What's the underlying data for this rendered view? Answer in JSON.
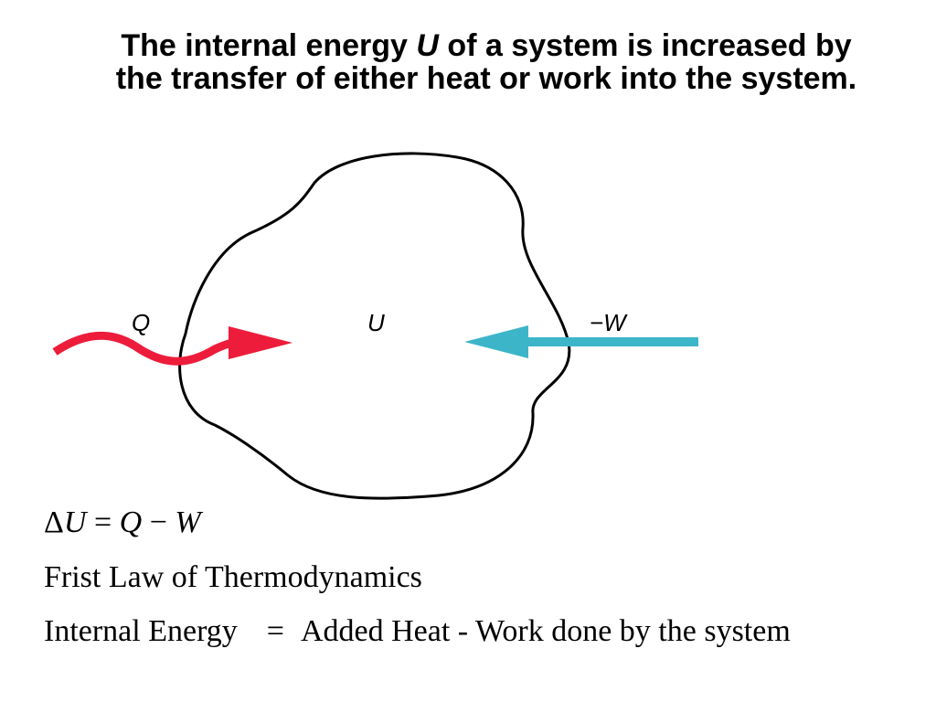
{
  "title": {
    "line1_pre": "The internal energy ",
    "line1_symbol": "U",
    "line1_post": " of a system is increased by",
    "line2": "the transfer of either heat or work into the system."
  },
  "diagram": {
    "heat_label": "Q",
    "system_label": "U",
    "work_label": "−W",
    "heat_color": "#ee1c3b",
    "work_color": "#3cb5c9",
    "outline_color": "#000000"
  },
  "equations": {
    "formula": {
      "delta": "Δ",
      "u": "U",
      "equals": " = ",
      "q": "Q",
      "minus": " − ",
      "w": "W"
    },
    "law_name": "Frist Law of Thermodynamics",
    "words": {
      "left": "Internal Energy",
      "equals": "=",
      "right": "Added Heat - Work done by the system"
    }
  }
}
